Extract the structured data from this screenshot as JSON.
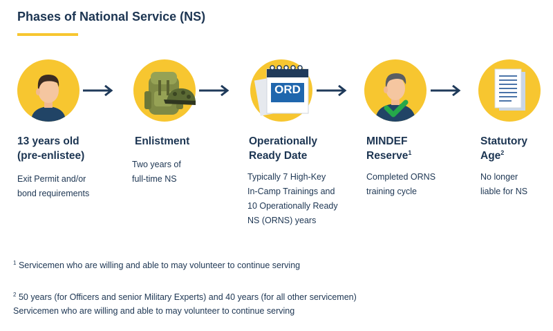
{
  "title": "Phases of National Service (NS)",
  "colors": {
    "accent": "#f7c630",
    "navy": "#1c3552",
    "arrow": "#1f3a5a"
  },
  "stages": [
    {
      "icon": "pre-enlistee-person-icon",
      "title_line1": "13 years old",
      "title_line2": "(pre-enlistee)",
      "desc": [
        "Exit Permit and/or",
        "bond requirements"
      ]
    },
    {
      "icon": "backpack-helmet-icon",
      "title_line1": "Enlistment",
      "title_line2": "",
      "desc": [
        "Two years of",
        "full-time NS"
      ]
    },
    {
      "icon": "ord-calendar-icon",
      "title_line1": "Operationally",
      "title_line2": "Ready Date",
      "badge": "ORD",
      "desc": [
        "Typically 7 High-Key",
        "In-Camp Trainings and",
        "10 Operationally Ready",
        "NS (ORNS) years"
      ]
    },
    {
      "icon": "reservist-checkmark-icon",
      "title_line1": "MINDEF",
      "title_line2": "Reserve",
      "title_sup": "1",
      "desc": [
        "Completed ORNS",
        "training cycle"
      ]
    },
    {
      "icon": "document-icon",
      "title_line1": "Statutory",
      "title_line2": "Age",
      "title_sup": "2",
      "desc": [
        "No longer",
        "liable for NS"
      ]
    }
  ],
  "footnotes": {
    "note1_mark": "1",
    "note1": "Servicemen who are willing and able to may volunteer  to continue serving",
    "note2_mark": "2",
    "note2_line1": "50 years (for Officers and senior Military Experts) and 40 years (for all other servicemen)",
    "note2_line2": "Servicemen who are willing and able to may volunteer  to continue serving"
  }
}
